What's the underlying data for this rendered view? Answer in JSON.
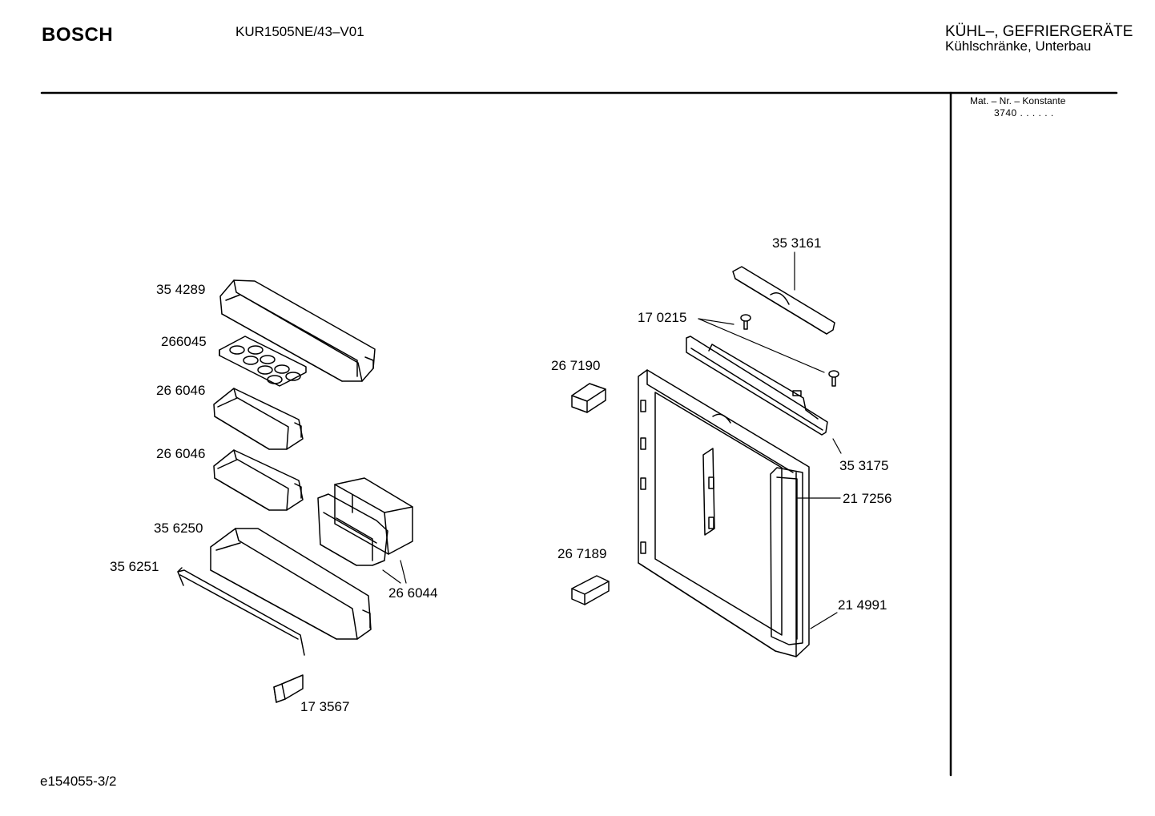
{
  "header": {
    "brand": "BOSCH",
    "model": "KUR1505NE/43–V01",
    "category_line1": "KÜHL–, GEFRIERGERÄTE",
    "category_line2": "Kühlschränke, Unterbau"
  },
  "side_panel": {
    "mat_label": "Mat. – Nr. – Konstante",
    "mat_value": "3740 . . . . . ."
  },
  "parts": [
    {
      "id": "p354289",
      "label": "35 4289"
    },
    {
      "id": "p266045",
      "label": "266045"
    },
    {
      "id": "p266046a",
      "label": "26 6046"
    },
    {
      "id": "p266046b",
      "label": "26 6046"
    },
    {
      "id": "p356250",
      "label": "35 6250"
    },
    {
      "id": "p356251",
      "label": "35 6251"
    },
    {
      "id": "p266044",
      "label": "26 6044"
    },
    {
      "id": "p173567",
      "label": "17 3567"
    },
    {
      "id": "p353161",
      "label": "35 3161"
    },
    {
      "id": "p170215",
      "label": "17 0215"
    },
    {
      "id": "p267190",
      "label": "26 7190"
    },
    {
      "id": "p353175",
      "label": "35 3175"
    },
    {
      "id": "p217256",
      "label": "21 7256"
    },
    {
      "id": "p267189",
      "label": "26 7189"
    },
    {
      "id": "p214991",
      "label": "21 4991"
    }
  ],
  "footer": {
    "drawing_id": "e154055-3/2"
  }
}
